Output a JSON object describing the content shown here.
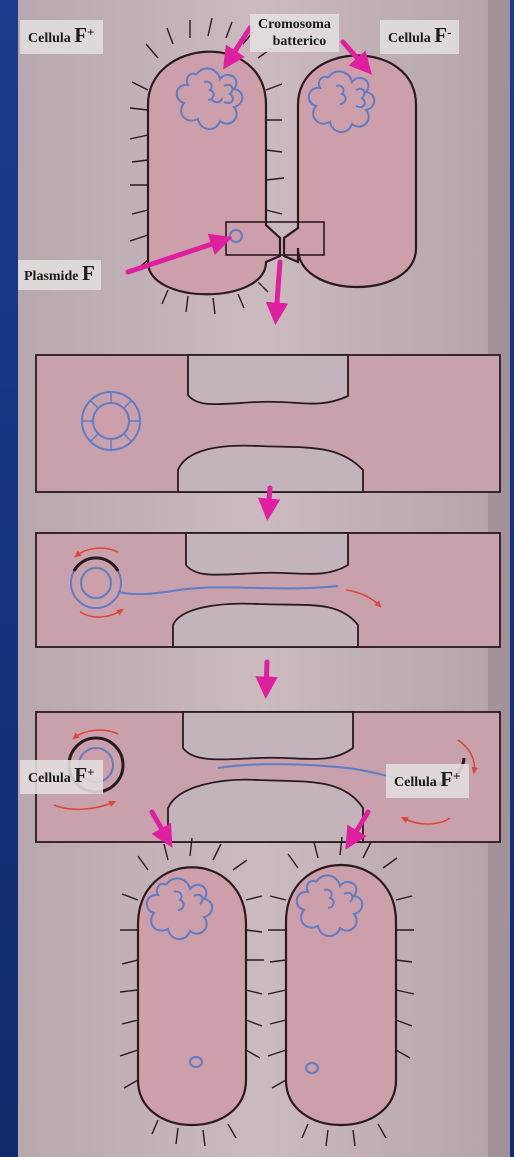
{
  "labels": {
    "cell_donor_top": {
      "text": "Cellula",
      "sign": "F",
      "sup": "+"
    },
    "cell_recipient_top": {
      "text": "Cellula",
      "sign": "F",
      "sup": "-"
    },
    "chromosome": {
      "line1": "Cromosoma",
      "line2": "batterico"
    },
    "plasmid": {
      "text": "Plasmide",
      "sign": "F"
    },
    "cell_bottom_left": {
      "text": "Cellula",
      "sign": "F",
      "sup": "+"
    },
    "cell_bottom_right": {
      "text": "Cellula",
      "sign": "F",
      "sup": "+"
    }
  },
  "colors": {
    "background": "#15337d",
    "paper": "#c9b6bc",
    "cell_fill": "#cd9fab",
    "arrow": "#e01fa0",
    "dna_blue": "#5f7cc4",
    "rotation_arrow": "#d9483a",
    "outline": "#2a1a1f"
  }
}
